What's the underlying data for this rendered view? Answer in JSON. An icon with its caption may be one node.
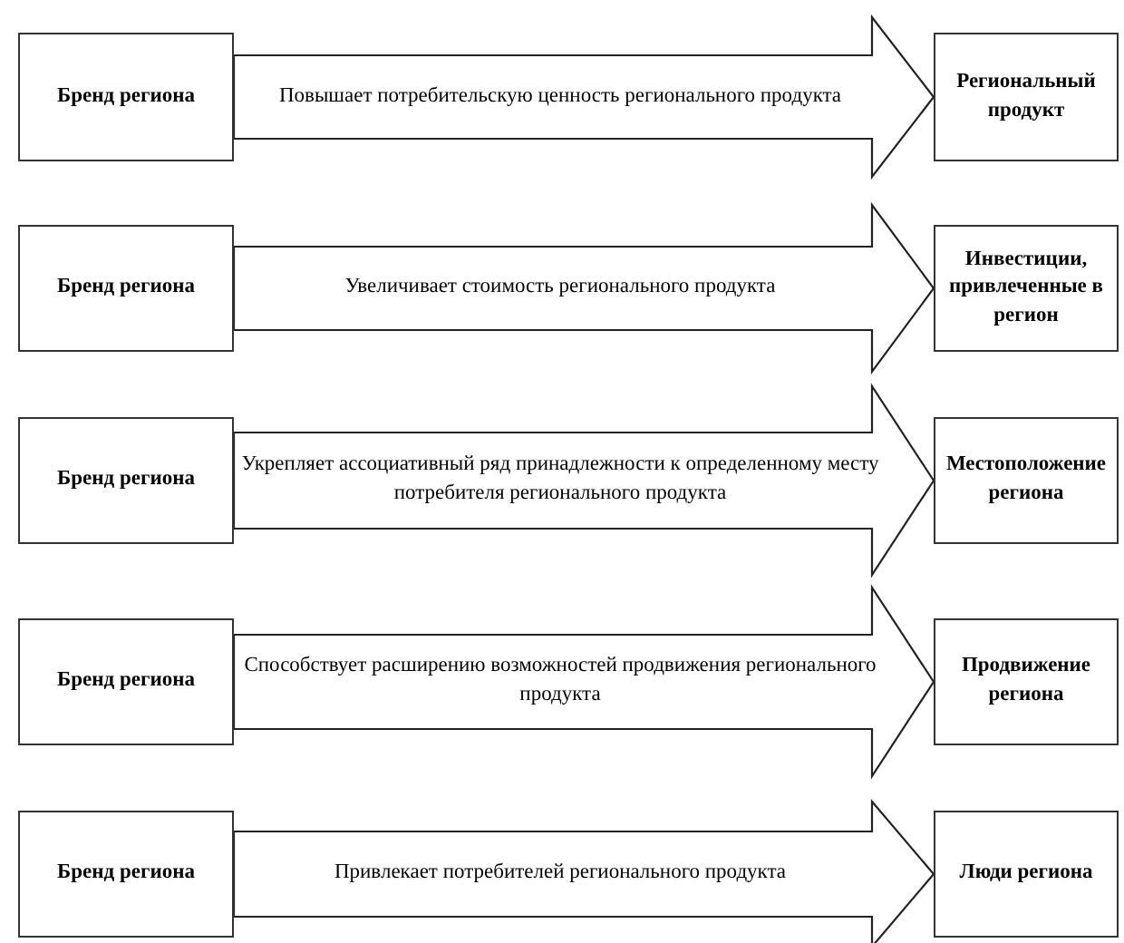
{
  "diagram": {
    "nodes": [
      {
        "text": [
          "Бренд региона"
        ]
      },
      {
        "text": [
          "Региональный продукт"
        ]
      },
      {
        "text": [
          "Бренд региона"
        ]
      },
      {
        "text": [
          "Инвестиции, привлеченные в регион"
        ]
      },
      {
        "text": [
          "Бренд региона"
        ]
      },
      {
        "text": [
          "Местоположение региона"
        ]
      },
      {
        "text": [
          "Бренд региона"
        ]
      },
      {
        "text": [
          "Продвижение региона"
        ]
      },
      {
        "text": [
          "Бренд региона"
        ]
      },
      {
        "text": [
          "Люди региона"
        ]
      }
    ],
    "edges": [
      {
        "from": 0,
        "to": 1,
        "arrow": "to",
        "label": "Повышает потребительскую ценность регионального продукта"
      },
      {
        "from": 2,
        "to": 3,
        "arrow": "to",
        "label": "Увеличивает стоимость регионального продукта"
      },
      {
        "from": 4,
        "to": 5,
        "arrow": "to",
        "label": "Укрепляет ассоциативный ряд принадлежности к определенному месту потребителя регионального продукта"
      },
      {
        "from": 6,
        "to": 7,
        "arrow": "to",
        "label": "Способствует расширению возможностей продвижения регионального продукта"
      },
      {
        "from": 8,
        "to": 9,
        "arrow": "to",
        "label": "Привлекает потребителей регионального продукта"
      }
    ]
  }
}
